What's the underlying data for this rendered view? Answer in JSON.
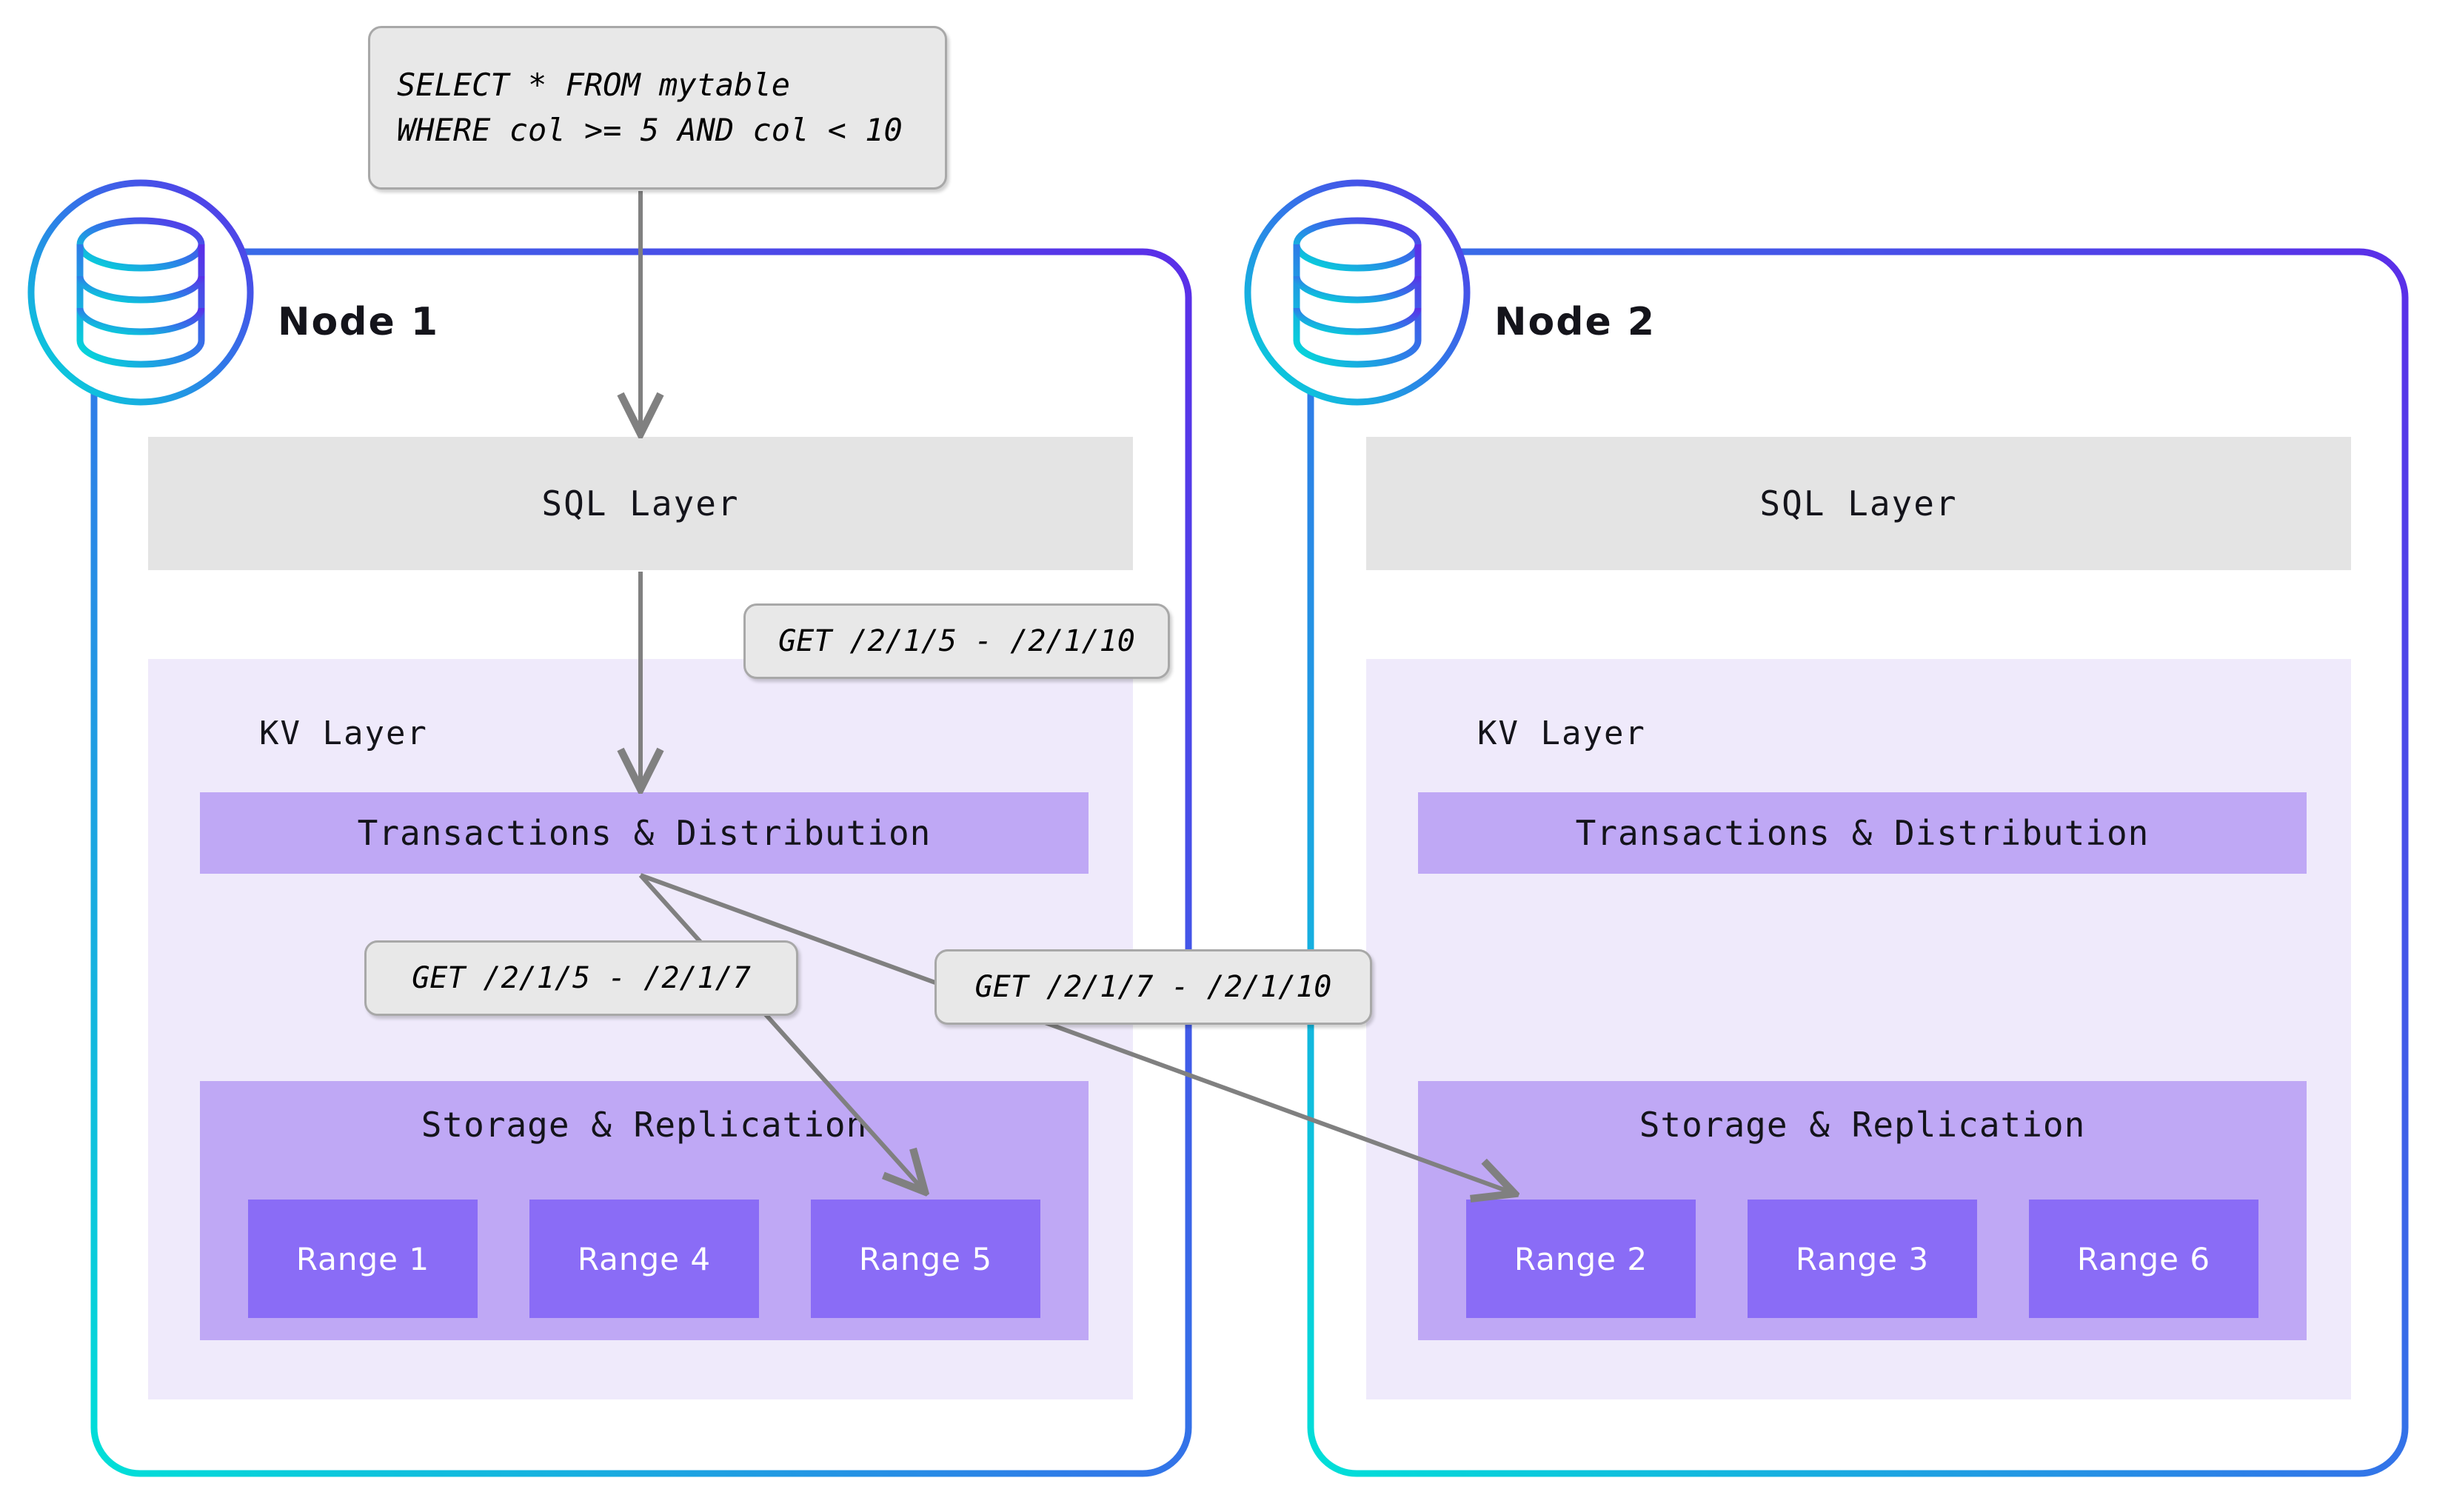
{
  "diagram": {
    "title": "CockroachDB distributed query routing across nodes",
    "query_box": {
      "name": "sql-query",
      "line1": "SELECT * FROM mytable",
      "line2": "WHERE col >= 5 AND col < 10"
    },
    "colors": {
      "border_cyan": "#00E0D8",
      "border_blue": "#2F7BE8",
      "border_purple": "#5B2EE8",
      "sql_layer_bg": "#E4E4E4",
      "kv_panel_bg": "#EFEAFB",
      "band_purple": "#BFA8F5",
      "range_purple": "#8A6CF6",
      "callout_bg": "#E8E8E8",
      "callout_border": "#A8A8A8",
      "arrow_gray": "#808080",
      "text_dark": "#14141B",
      "range_text": "#FFFFFF"
    },
    "icons": {
      "database_icon": "database-cylinder",
      "node_badge": "node-circle"
    },
    "nodes": [
      {
        "id": "node-1",
        "title": "Node 1",
        "sql_layer_label": "SQL Layer",
        "kv_layer_label": "KV Layer",
        "txn_label": "Transactions & Distribution",
        "storage_label": "Storage & Replication",
        "ranges": [
          "Range 1",
          "Range 4",
          "Range 5"
        ]
      },
      {
        "id": "node-2",
        "title": "Node 2",
        "sql_layer_label": "SQL Layer",
        "kv_layer_label": "KV Layer",
        "txn_label": "Transactions & Distribution",
        "storage_label": "Storage & Replication",
        "ranges": [
          "Range 2",
          "Range 3",
          "Range 6"
        ]
      }
    ],
    "callouts": [
      {
        "id": "get-full",
        "text": "GET /2/1/5 - /2/1/10"
      },
      {
        "id": "get-left",
        "text": "GET /2/1/5 - /2/1/7"
      },
      {
        "id": "get-right",
        "text": "GET /2/1/7 - /2/1/10"
      }
    ],
    "flows": [
      {
        "from": "sql-query",
        "to": "node-1 SQL Layer"
      },
      {
        "from": "node-1 SQL Layer",
        "to": "node-1 Transactions & Distribution"
      },
      {
        "from": "node-1 Transactions & Distribution",
        "to": "node-1 Range 5"
      },
      {
        "from": "node-1 Transactions & Distribution",
        "to": "node-2 Range 2"
      }
    ]
  }
}
